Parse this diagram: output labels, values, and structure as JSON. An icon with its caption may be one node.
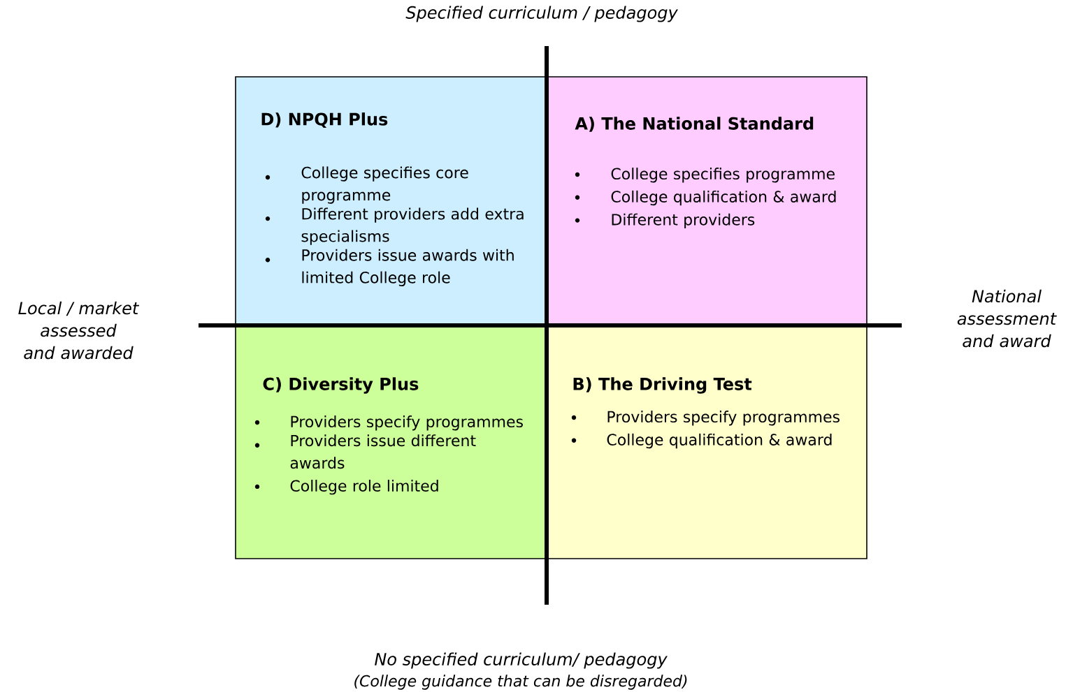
{
  "diagram": {
    "nodes": [
      {
        "text": [
          "D) NPQH Plus",
          "College specifies  core programme",
          "Different providers add extra specialisms",
          "Providers issue awards with limited College role"
        ]
      },
      {
        "text": [
          "A) The National Standard",
          "College specifies programme",
          "College qualification & award",
          "Different providers"
        ]
      },
      {
        "text": [
          "C) Diversity Plus",
          "Providers specify programmes",
          "Providers issue different awards",
          "College role limited"
        ]
      },
      {
        "text": [
          "B) The Driving Test",
          "Providers specify programmes",
          "College qualification & award"
        ]
      }
    ],
    "labels": [
      "Specified curriculum / pedagogy",
      "Local / market assessed and awarded",
      "National assessment and award",
      "No specified curriculum/ pedagogy",
      "(College guidance that can be disregarded)"
    ]
  }
}
